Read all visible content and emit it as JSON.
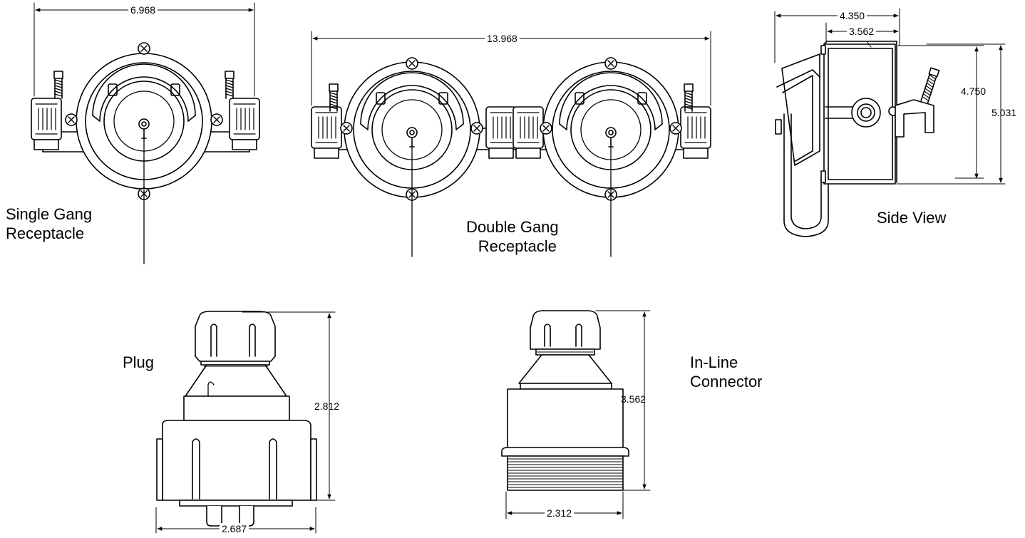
{
  "labels": {
    "single_gang": [
      "Single Gang",
      "Receptacle"
    ],
    "double_gang": [
      "Double Gang",
      "Receptacle"
    ],
    "side_view": "Side View",
    "plug": "Plug",
    "inline_connector": [
      "In-Line",
      "Connector"
    ]
  },
  "dimensions": {
    "single_width": "6.968",
    "double_width": "13.968",
    "side_depth_outer": "4.350",
    "side_depth_inner": "3.562",
    "side_height_inner": "4.750",
    "side_height_outer": "5.031",
    "plug_height": "2.812",
    "plug_width": "2.687",
    "connector_height": "3.562",
    "connector_width": "2.312"
  },
  "colors": {
    "line": "#000000",
    "background": "#ffffff"
  }
}
